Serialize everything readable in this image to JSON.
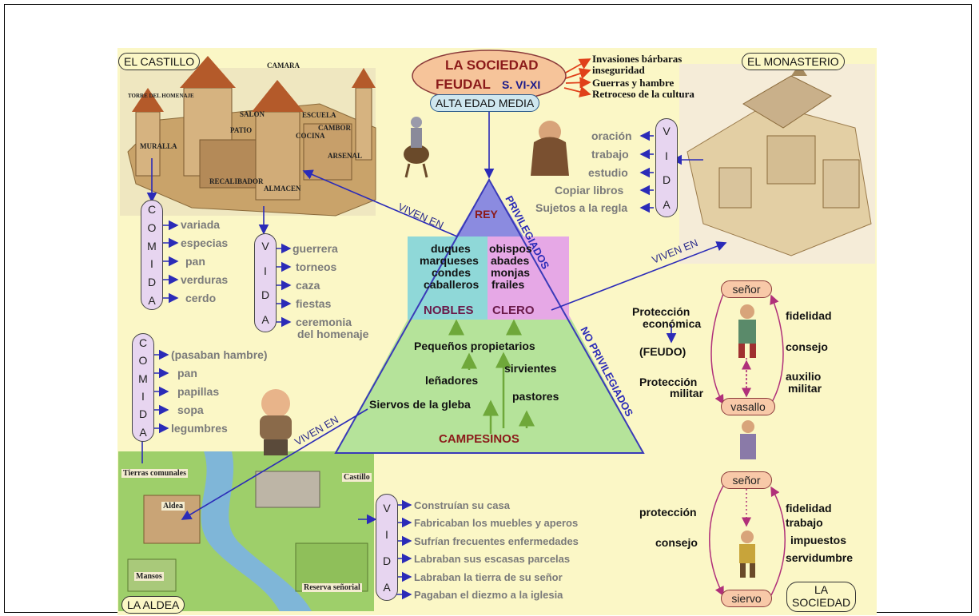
{
  "title": {
    "line1": "LA SOCIEDAD",
    "line2": "FEUDAL",
    "period": "S. VI-XI",
    "era": "ALTA EDAD MEDIA"
  },
  "causes": [
    "Invasiones bárbaras",
    "inseguridad",
    "Guerras y hambre",
    "Retroceso de la cultura"
  ],
  "castle": {
    "title": "EL CASTILLO",
    "labels": [
      "CAMARA",
      "TORRE DEL HOMENAJE",
      "SALON",
      "ESCUELA",
      "MURALLA",
      "PATIO",
      "COCINA",
      "CAMBOR",
      "ARSENAL",
      "RECALIBADOR",
      "ALMACEN"
    ],
    "comida_letters": [
      "C",
      "O",
      "M",
      "I",
      "D",
      "A"
    ],
    "comida": [
      "variada",
      "especias",
      "pan",
      "verduras",
      "cerdo"
    ],
    "vida_letters": [
      "V",
      "I",
      "D",
      "A"
    ],
    "vida": [
      "guerrera",
      "torneos",
      "caza",
      "fiestas",
      "ceremonia",
      "del homenaje"
    ]
  },
  "monastery": {
    "title": "EL MONASTERIO",
    "vida_letters": [
      "V",
      "I",
      "D",
      "A"
    ],
    "vida": [
      "oración",
      "trabajo",
      "estudio",
      "Copiar libros",
      "Sujetos a la regla"
    ]
  },
  "village": {
    "title": "LA ALDEA",
    "map_labels": [
      "Tierras comunales",
      "Castillo",
      "Aldea",
      "Mansos",
      "Reserva señorial"
    ],
    "comida_letters": [
      "C",
      "O",
      "M",
      "I",
      "D",
      "A"
    ],
    "comida": [
      "(pasaban hambre)",
      "pan",
      "papillas",
      "sopa",
      "legumbres"
    ],
    "vida_letters": [
      "V",
      "I",
      "D",
      "A"
    ],
    "vida": [
      "Construían su casa",
      "Fabricaban los muebles y aperos",
      "Sufrían frecuentes enfermedades",
      "Labraban sus escasas parcelas",
      "Labraban la tierra de su señor",
      "Pagaban el diezmo a la iglesia"
    ]
  },
  "pyramid": {
    "rey": "REY",
    "nobles_members": [
      "duques",
      "marqueses",
      "condes",
      "caballeros"
    ],
    "nobles": "NOBLES",
    "clero_members": [
      "obispos",
      "abades",
      "monjas",
      "frailes"
    ],
    "clero": "CLERO",
    "campesinos_members": [
      "Pequeños propietarios",
      "leñadores",
      "sirvientes",
      "pastores",
      "Siervos de la gleba"
    ],
    "campesinos": "CAMPESINOS",
    "privilegiados": "PRIVILEGIADOS",
    "no_privilegiados": "NO PRIVILEGIADOS",
    "viven_en": "VIVEN EN"
  },
  "relations": {
    "senor": "señor",
    "vasallo": "vasallo",
    "siervo": "siervo",
    "top_left": [
      "Protección",
      "económica",
      "(FEUDO)",
      "Protección",
      "militar"
    ],
    "top_right": [
      "fidelidad",
      "consejo",
      "auxilio",
      "militar"
    ],
    "bottom_left": [
      "protección",
      "consejo"
    ],
    "bottom_right": [
      "fidelidad",
      "trabajo",
      "impuestos",
      "servidumbre"
    ],
    "society": [
      "LA",
      "SOCIEDAD"
    ]
  },
  "colors": {
    "background": "#fbf7c6",
    "rey": "#8b8be0",
    "nobles": "#8fd8d8",
    "clero": "#e6a8e6",
    "campesinos": "#b5e39a",
    "arrow": "#2b2bb8",
    "cause_arrow": "#e0401a",
    "title_oval": "#f6c49a"
  }
}
